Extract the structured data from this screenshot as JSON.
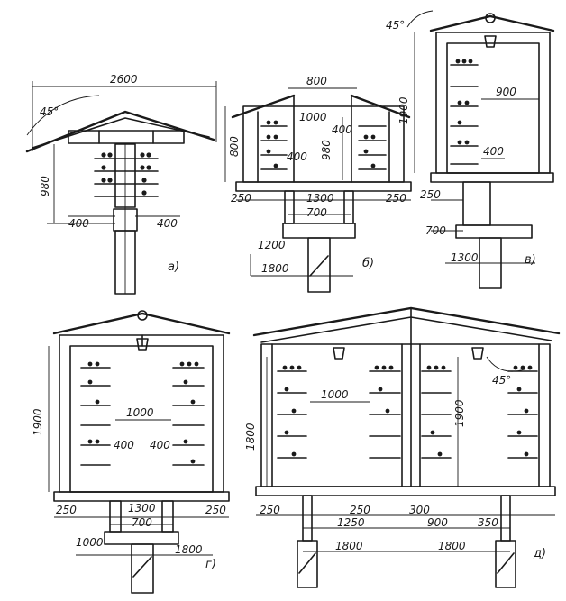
{
  "diagrams": {
    "a": {
      "caption": "а)",
      "dims": {
        "width": "2600",
        "angle": "45°",
        "height": "980",
        "left": "400",
        "right": "400"
      }
    },
    "b": {
      "caption": "б)",
      "dims": {
        "top": "800",
        "inner": "1000",
        "left_h": "800",
        "center_h": "980",
        "shelf_l": "400",
        "shelf_r": "400",
        "side_l": "250",
        "side_r": "250",
        "base": "1300",
        "post": "700",
        "foot_h": "1200",
        "foot_w": "1800"
      }
    },
    "v": {
      "caption": "в)",
      "dims": {
        "angle": "45°",
        "height": "1900",
        "width": "900",
        "shelf": "400",
        "side": "250",
        "post": "700",
        "foot": "1300"
      }
    },
    "g": {
      "caption": "г)",
      "dims": {
        "height": "1900",
        "center": "1000",
        "shelf_l": "400",
        "shelf_r": "400",
        "side_l": "250",
        "side_r": "250",
        "base": "1300",
        "post": "700",
        "foot_l": "1000",
        "foot_r": "1800"
      }
    },
    "d": {
      "caption": "д)",
      "dims": {
        "height_l": "1800",
        "center": "1000",
        "angle": "45°",
        "height_r": "1900",
        "side_l": "250",
        "mid": "250",
        "span_top": "300",
        "span_a": "1250",
        "span_b": "900",
        "span_c": "350",
        "foot_a": "1800",
        "foot_b": "1800"
      }
    }
  }
}
